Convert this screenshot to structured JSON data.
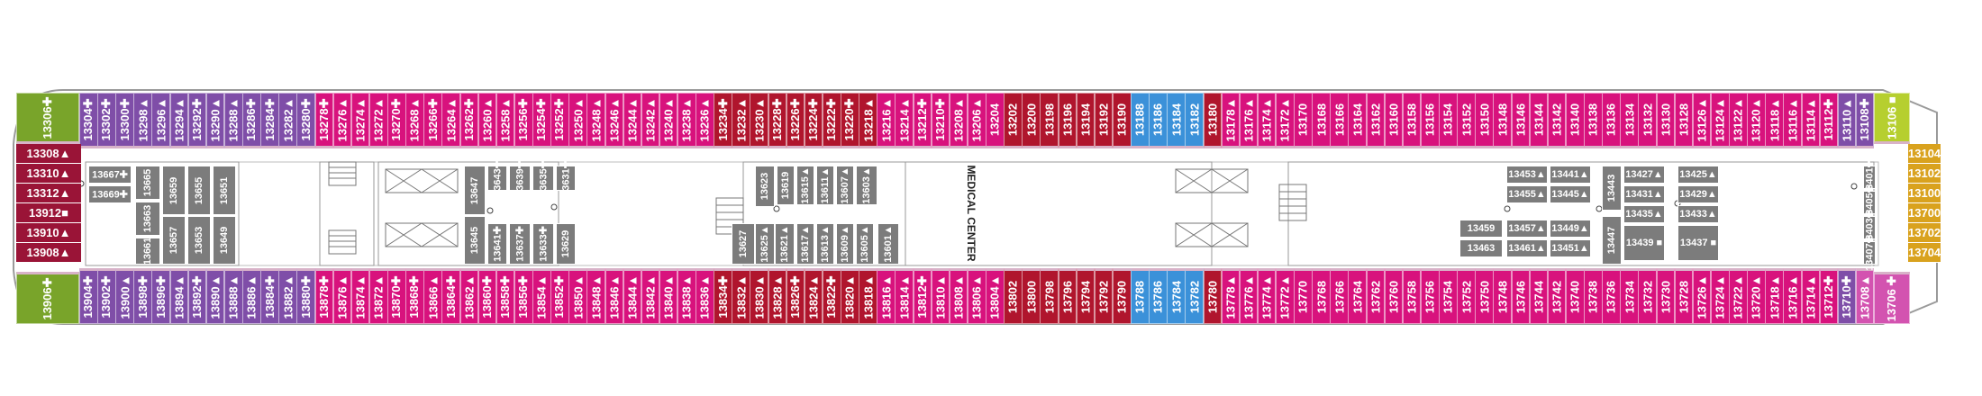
{
  "colors": {
    "purple": "#7f4ea8",
    "magenta": "#d8127d",
    "darkred": "#b0152d",
    "blue": "#3b91d9",
    "gray": "#7c7c7c",
    "olive": "#79a42a",
    "lime": "#b6cf2f",
    "gold": "#d9a21e",
    "maroon": "#9a1437",
    "pink": "#d353b0"
  },
  "labels": {
    "medical_center": "MEDICAL CENTER"
  },
  "top_row": [
    {
      "id": "13304✚",
      "c": "purple"
    },
    {
      "id": "13302✚",
      "c": "purple"
    },
    {
      "id": "13300✚",
      "c": "purple"
    },
    {
      "id": "13298▲",
      "c": "purple"
    },
    {
      "id": "13296▲",
      "c": "purple"
    },
    {
      "id": "13294▲",
      "c": "purple"
    },
    {
      "id": "13292✚",
      "c": "purple"
    },
    {
      "id": "13290▲",
      "c": "purple"
    },
    {
      "id": "13288▲",
      "c": "purple"
    },
    {
      "id": "13286✚",
      "c": "purple"
    },
    {
      "id": "13284✚",
      "c": "purple"
    },
    {
      "id": "13282▲",
      "c": "purple"
    },
    {
      "id": "13280✚",
      "c": "purple"
    },
    {
      "id": "13278✚",
      "c": "magenta"
    },
    {
      "id": "13276▲",
      "c": "magenta"
    },
    {
      "id": "13274▲",
      "c": "magenta"
    },
    {
      "id": "13272▲",
      "c": "magenta"
    },
    {
      "id": "13270✚",
      "c": "magenta"
    },
    {
      "id": "13268▲",
      "c": "magenta"
    },
    {
      "id": "13266✚",
      "c": "magenta"
    },
    {
      "id": "13264▲",
      "c": "magenta"
    },
    {
      "id": "13262✚",
      "c": "magenta"
    },
    {
      "id": "13260▲",
      "c": "magenta"
    },
    {
      "id": "13258▲",
      "c": "magenta"
    },
    {
      "id": "13256✚",
      "c": "magenta"
    },
    {
      "id": "13254✚",
      "c": "magenta"
    },
    {
      "id": "13252✚",
      "c": "magenta"
    },
    {
      "id": "13250▲",
      "c": "magenta"
    },
    {
      "id": "13248▲",
      "c": "magenta"
    },
    {
      "id": "13246▲",
      "c": "magenta"
    },
    {
      "id": "13244▲",
      "c": "magenta"
    },
    {
      "id": "13242▲",
      "c": "magenta"
    },
    {
      "id": "13240▲",
      "c": "magenta"
    },
    {
      "id": "13238▲",
      "c": "magenta"
    },
    {
      "id": "13236▲",
      "c": "magenta"
    },
    {
      "id": "13234✚",
      "c": "darkred"
    },
    {
      "id": "13232▲",
      "c": "darkred"
    },
    {
      "id": "13230▲",
      "c": "darkred"
    },
    {
      "id": "13228✚",
      "c": "darkred"
    },
    {
      "id": "13226✚",
      "c": "darkred"
    },
    {
      "id": "13224✚",
      "c": "darkred"
    },
    {
      "id": "13222✚",
      "c": "darkred"
    },
    {
      "id": "13220✚",
      "c": "darkred"
    },
    {
      "id": "13218▲",
      "c": "darkred"
    },
    {
      "id": "13216▲",
      "c": "magenta"
    },
    {
      "id": "13214▲",
      "c": "magenta"
    },
    {
      "id": "13212✚",
      "c": "magenta"
    },
    {
      "id": "13210✚",
      "c": "magenta"
    },
    {
      "id": "13208▲",
      "c": "magenta"
    },
    {
      "id": "13206▲",
      "c": "magenta"
    },
    {
      "id": "13204",
      "c": "magenta"
    },
    {
      "id": "13202",
      "c": "darkred"
    },
    {
      "id": "13200",
      "c": "darkred"
    },
    {
      "id": "13198",
      "c": "darkred"
    },
    {
      "id": "13196",
      "c": "darkred"
    },
    {
      "id": "13194",
      "c": "darkred"
    },
    {
      "id": "13192",
      "c": "darkred"
    },
    {
      "id": "13190",
      "c": "darkred"
    },
    {
      "id": "13188",
      "c": "blue"
    },
    {
      "id": "13186",
      "c": "blue"
    },
    {
      "id": "13184",
      "c": "blue"
    },
    {
      "id": "13182",
      "c": "blue"
    },
    {
      "id": "13180",
      "c": "darkred"
    },
    {
      "id": "13178▲",
      "c": "magenta"
    },
    {
      "id": "13176▲",
      "c": "magenta"
    },
    {
      "id": "13174▲",
      "c": "magenta"
    },
    {
      "id": "13172▲",
      "c": "magenta"
    },
    {
      "id": "13170",
      "c": "magenta"
    },
    {
      "id": "13168",
      "c": "magenta"
    },
    {
      "id": "13166",
      "c": "magenta"
    },
    {
      "id": "13164",
      "c": "magenta"
    },
    {
      "id": "13162",
      "c": "magenta"
    },
    {
      "id": "13160",
      "c": "magenta"
    },
    {
      "id": "13158",
      "c": "magenta"
    },
    {
      "id": "13156",
      "c": "magenta"
    },
    {
      "id": "13154",
      "c": "magenta"
    },
    {
      "id": "13152",
      "c": "magenta"
    },
    {
      "id": "13150",
      "c": "magenta"
    },
    {
      "id": "13148",
      "c": "magenta"
    },
    {
      "id": "13146",
      "c": "magenta"
    },
    {
      "id": "13144",
      "c": "magenta"
    },
    {
      "id": "13142",
      "c": "magenta"
    },
    {
      "id": "13140",
      "c": "magenta"
    },
    {
      "id": "13138",
      "c": "magenta"
    },
    {
      "id": "13136",
      "c": "magenta"
    },
    {
      "id": "13134",
      "c": "magenta"
    },
    {
      "id": "13132",
      "c": "magenta"
    },
    {
      "id": "13130",
      "c": "magenta"
    },
    {
      "id": "13128",
      "c": "magenta"
    },
    {
      "id": "13126▲",
      "c": "magenta"
    },
    {
      "id": "13124▲",
      "c": "magenta"
    },
    {
      "id": "13122▲",
      "c": "magenta"
    },
    {
      "id": "13120▲",
      "c": "magenta"
    },
    {
      "id": "13118▲",
      "c": "magenta"
    },
    {
      "id": "13116▲",
      "c": "magenta"
    },
    {
      "id": "13114▲",
      "c": "magenta"
    },
    {
      "id": "13112✚",
      "c": "magenta"
    },
    {
      "id": "13110▲",
      "c": "purple"
    },
    {
      "id": "13108✚",
      "c": "purple"
    }
  ],
  "bottom_row": [
    {
      "id": "13904✚",
      "c": "purple"
    },
    {
      "id": "13902✚",
      "c": "purple"
    },
    {
      "id": "13900▲",
      "c": "purple"
    },
    {
      "id": "13898✚",
      "c": "purple"
    },
    {
      "id": "13896✚",
      "c": "purple"
    },
    {
      "id": "13894▲",
      "c": "purple"
    },
    {
      "id": "13892✚",
      "c": "purple"
    },
    {
      "id": "13890▲",
      "c": "purple"
    },
    {
      "id": "13888▲",
      "c": "purple"
    },
    {
      "id": "13886▲",
      "c": "purple"
    },
    {
      "id": "13884✚",
      "c": "purple"
    },
    {
      "id": "13882▲",
      "c": "purple"
    },
    {
      "id": "13880✚",
      "c": "purple"
    },
    {
      "id": "13878✚",
      "c": "magenta"
    },
    {
      "id": "13876▲",
      "c": "magenta"
    },
    {
      "id": "13874▲",
      "c": "magenta"
    },
    {
      "id": "13872▲",
      "c": "magenta"
    },
    {
      "id": "13870✚",
      "c": "magenta"
    },
    {
      "id": "13868✚",
      "c": "magenta"
    },
    {
      "id": "13866▲",
      "c": "magenta"
    },
    {
      "id": "13864✚",
      "c": "magenta"
    },
    {
      "id": "13862▲",
      "c": "magenta"
    },
    {
      "id": "13860✚",
      "c": "magenta"
    },
    {
      "id": "13858✚",
      "c": "magenta"
    },
    {
      "id": "13856✚",
      "c": "magenta"
    },
    {
      "id": "13854▲",
      "c": "magenta"
    },
    {
      "id": "13852✚",
      "c": "magenta"
    },
    {
      "id": "13850▲",
      "c": "magenta"
    },
    {
      "id": "13848▲",
      "c": "magenta"
    },
    {
      "id": "13846▲",
      "c": "magenta"
    },
    {
      "id": "13844▲",
      "c": "magenta"
    },
    {
      "id": "13842▲",
      "c": "magenta"
    },
    {
      "id": "13840▲",
      "c": "magenta"
    },
    {
      "id": "13838▲",
      "c": "magenta"
    },
    {
      "id": "13836▲",
      "c": "magenta"
    },
    {
      "id": "13834✚",
      "c": "darkred"
    },
    {
      "id": "13832▲",
      "c": "darkred"
    },
    {
      "id": "13830▲",
      "c": "darkred"
    },
    {
      "id": "13828▲",
      "c": "darkred"
    },
    {
      "id": "13826✚",
      "c": "darkred"
    },
    {
      "id": "13824▲",
      "c": "darkred"
    },
    {
      "id": "13822✚",
      "c": "darkred"
    },
    {
      "id": "13820▲",
      "c": "darkred"
    },
    {
      "id": "13818▲",
      "c": "darkred"
    },
    {
      "id": "13816▲",
      "c": "magenta"
    },
    {
      "id": "13814▲",
      "c": "magenta"
    },
    {
      "id": "13812✚",
      "c": "magenta"
    },
    {
      "id": "13810▲",
      "c": "magenta"
    },
    {
      "id": "13808▲",
      "c": "magenta"
    },
    {
      "id": "13806▲",
      "c": "magenta"
    },
    {
      "id": "13804▲",
      "c": "magenta"
    },
    {
      "id": "13802",
      "c": "darkred"
    },
    {
      "id": "13800",
      "c": "darkred"
    },
    {
      "id": "13798",
      "c": "darkred"
    },
    {
      "id": "13796",
      "c": "darkred"
    },
    {
      "id": "13794",
      "c": "darkred"
    },
    {
      "id": "13792",
      "c": "darkred"
    },
    {
      "id": "13790",
      "c": "darkred"
    },
    {
      "id": "13788",
      "c": "blue"
    },
    {
      "id": "13786",
      "c": "blue"
    },
    {
      "id": "13784",
      "c": "blue"
    },
    {
      "id": "13782",
      "c": "blue"
    },
    {
      "id": "13780",
      "c": "darkred"
    },
    {
      "id": "13778▲",
      "c": "magenta"
    },
    {
      "id": "13776▲",
      "c": "magenta"
    },
    {
      "id": "13774▲",
      "c": "magenta"
    },
    {
      "id": "13772▲",
      "c": "magenta"
    },
    {
      "id": "13770",
      "c": "magenta"
    },
    {
      "id": "13768",
      "c": "magenta"
    },
    {
      "id": "13766",
      "c": "magenta"
    },
    {
      "id": "13764",
      "c": "magenta"
    },
    {
      "id": "13762",
      "c": "magenta"
    },
    {
      "id": "13760",
      "c": "magenta"
    },
    {
      "id": "13758",
      "c": "magenta"
    },
    {
      "id": "13756",
      "c": "magenta"
    },
    {
      "id": "13754",
      "c": "magenta"
    },
    {
      "id": "13752",
      "c": "magenta"
    },
    {
      "id": "13750",
      "c": "magenta"
    },
    {
      "id": "13748",
      "c": "magenta"
    },
    {
      "id": "13746",
      "c": "magenta"
    },
    {
      "id": "13744",
      "c": "magenta"
    },
    {
      "id": "13742",
      "c": "magenta"
    },
    {
      "id": "13740",
      "c": "magenta"
    },
    {
      "id": "13738",
      "c": "magenta"
    },
    {
      "id": "13736",
      "c": "magenta"
    },
    {
      "id": "13734",
      "c": "magenta"
    },
    {
      "id": "13732",
      "c": "magenta"
    },
    {
      "id": "13730",
      "c": "magenta"
    },
    {
      "id": "13728",
      "c": "magenta"
    },
    {
      "id": "13726▲",
      "c": "magenta"
    },
    {
      "id": "13724▲",
      "c": "magenta"
    },
    {
      "id": "13722▲",
      "c": "magenta"
    },
    {
      "id": "13720▲",
      "c": "magenta"
    },
    {
      "id": "13718▲",
      "c": "magenta"
    },
    {
      "id": "13716▲",
      "c": "magenta"
    },
    {
      "id": "13714▲",
      "c": "magenta"
    },
    {
      "id": "13712✚",
      "c": "magenta"
    },
    {
      "id": "13710✚",
      "c": "purple"
    },
    {
      "id": "13708▲",
      "c": "pink"
    }
  ],
  "left_side": [
    {
      "id": "13308▲",
      "c": "maroon"
    },
    {
      "id": "13310▲",
      "c": "maroon"
    },
    {
      "id": "13312▲",
      "c": "maroon"
    },
    {
      "id": "13912■",
      "c": "maroon"
    },
    {
      "id": "13910▲",
      "c": "maroon"
    },
    {
      "id": "13908▲",
      "c": "maroon"
    }
  ],
  "left_end": [
    {
      "id": "13306✚",
      "c": "olive"
    },
    {
      "id": "13906✚",
      "c": "olive"
    }
  ],
  "right_side": [
    {
      "id": "13104",
      "c": "gold"
    },
    {
      "id": "13102",
      "c": "gold"
    },
    {
      "id": "13100",
      "c": "gold"
    },
    {
      "id": "13700✚",
      "c": "gold"
    },
    {
      "id": "13702",
      "c": "gold"
    },
    {
      "id": "13704",
      "c": "gold"
    }
  ],
  "right_end": [
    {
      "id": "13106 ■",
      "c": "lime"
    },
    {
      "id": "13706 ✚",
      "c": "pink"
    }
  ],
  "interior_cabins": [
    "13667✚",
    "13669✚",
    "13665",
    "13663",
    "13661",
    "13659",
    "13657",
    "13655",
    "13653",
    "13651",
    "13649",
    "13647",
    "13645",
    "13643✚",
    "13641✚",
    "13639✚",
    "13637✚",
    "13635✚",
    "13633✚",
    "13631✚",
    "13629",
    "13627",
    "13625▲",
    "13623",
    "13621▲",
    "13619",
    "13617▲",
    "13615▲",
    "13613▲",
    "13611▲",
    "13609▲",
    "13607▲",
    "13605▲",
    "13603▲",
    "13601▲",
    "13459",
    "13463",
    "13453▲",
    "13455▲",
    "13457▲",
    "13461▲",
    "13441▲",
    "13445▲",
    "13449▲",
    "13451▲",
    "13443",
    "13447",
    "13427▲",
    "13431▲",
    "13435▲",
    "13439 ■",
    "13425▲",
    "13429▲",
    "13433▲",
    "13437 ■",
    "13401✚",
    "13405✚",
    "13403✚",
    "13407✚"
  ]
}
